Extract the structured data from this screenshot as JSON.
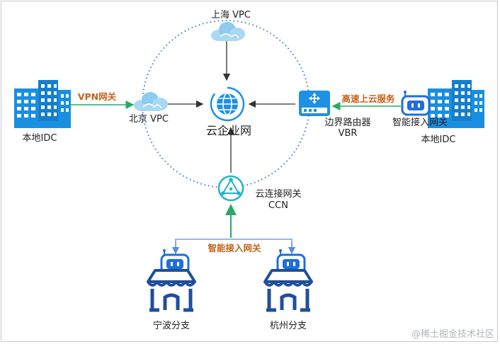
{
  "nodes": {
    "shanghai_vpc": "上海 VPC",
    "beijing_vpc": "北京 VPC",
    "cen": "云企业网",
    "vbr_line1": "边界路由器",
    "vbr_line2": "VBR",
    "ccn_line1": "云连接网关",
    "ccn_line2": "CCN",
    "idc_left": "本地IDC",
    "idc_right": "本地IDC",
    "smart_gateway_right": "智能接入网关",
    "ningbo": "宁波分支",
    "hangzhou": "杭州分支"
  },
  "edges": {
    "vpn_gateway": "VPN网关",
    "express_connect": "高速上云服务",
    "smart_gateway_bottom": "智能接入网关"
  },
  "watermark": "@稀土掘金技术社区",
  "colors": {
    "building": "#1a8fe0",
    "cloud": "#9fd2f2",
    "cen": "#1e90e6",
    "line_green": "#2aa868",
    "line_dark": "#333333",
    "line_blue": "#5b8ed6",
    "orange_text": "#c4621a",
    "robot": "#1e6fd9",
    "store": "#1f4f9c"
  }
}
